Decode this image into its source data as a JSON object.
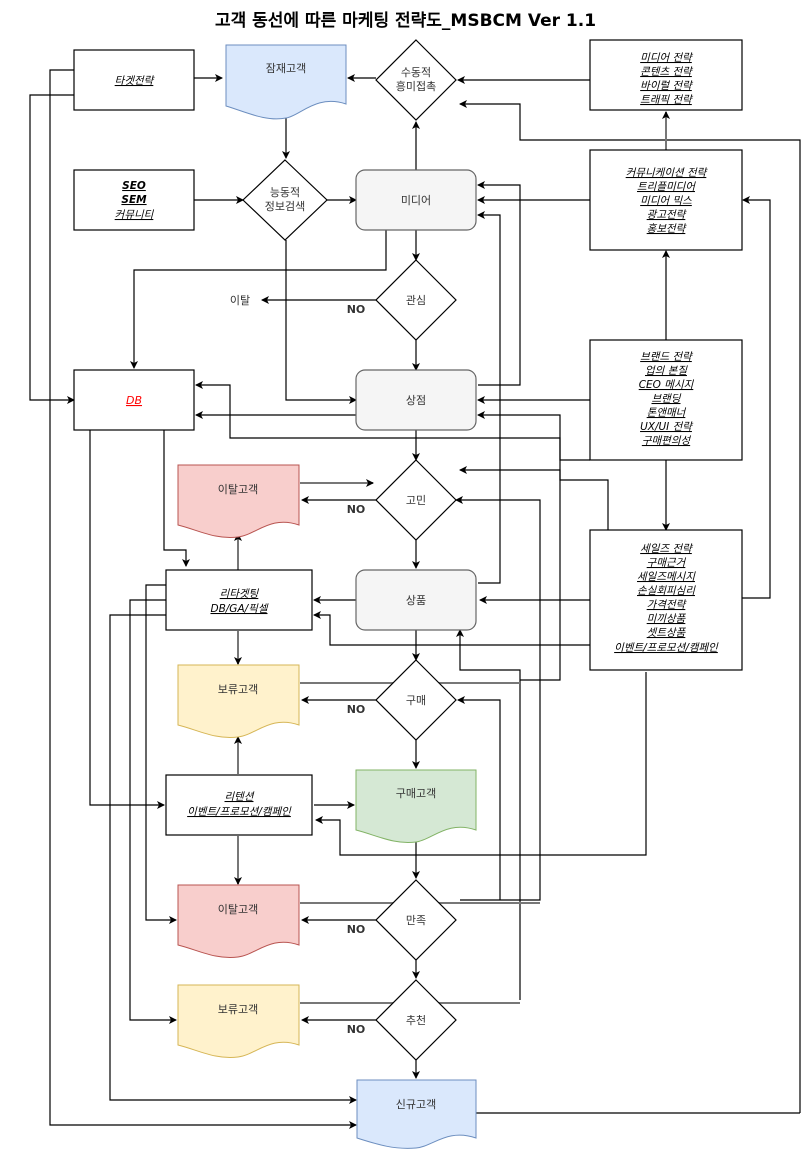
{
  "title": "고객 동선에 따른 마케팅 전략도_MSBCM Ver 1.1",
  "colors": {
    "blue_doc_fill": "#dae8fc",
    "blue_doc_stroke": "#6c8ebf",
    "red_doc_fill": "#f8cecc",
    "red_doc_stroke": "#b85450",
    "yellow_doc_fill": "#fff2cc",
    "yellow_doc_stroke": "#d6b656",
    "green_doc_fill": "#d5e8d4",
    "green_doc_stroke": "#82b366",
    "process_fill": "#f5f5f5",
    "db_text": "#ff0000"
  },
  "nodes": {
    "target_strategy": "타겟전략",
    "potential_customer": "잠재고객",
    "passive_contact": [
      "수동적",
      "흥미접촉"
    ],
    "media_strategy_box": [
      "미디어 전략",
      "콘텐츠 전략",
      "바이럴 전략",
      "트래픽 전략"
    ],
    "seo_box": [
      "SEO",
      "SEM",
      "커뮤니티"
    ],
    "active_search": [
      "능동적",
      "정보검색"
    ],
    "media": "미디어",
    "communication_box": [
      "커뮤니케이션 전략",
      "트리플미디어",
      "미디어 믹스",
      "광고전략",
      "홍보전략"
    ],
    "interest": "관심",
    "exit_label": "이탈",
    "db": "DB",
    "store": "상점",
    "brand_box": [
      "브랜드 전략",
      "업의 본질",
      "CEO 메시지",
      "브랜딩",
      "톤앤매너",
      "UX/UI 전략",
      "구매편의성"
    ],
    "churn_customer_1": "이탈고객",
    "consider": "고민",
    "retargeting_box": [
      "리타겟팅",
      "DB/GA/픽셀"
    ],
    "product": "상품",
    "sales_box": [
      "세일즈 전략",
      "구매근거",
      "세일즈메시지",
      "손실회피심리",
      "가격전략",
      "미끼상품",
      "셋트상품",
      "이벤트/프로모션/캠페인"
    ],
    "pending_customer_1": "보류고객",
    "purchase": "구매",
    "retention_box": [
      "리텐션",
      "이벤트/프로모션/캠페인"
    ],
    "buyer_customer": "구매고객",
    "churn_customer_2": "이탈고객",
    "satisfaction": "만족",
    "pending_customer_2": "보류고객",
    "recommend": "추천",
    "new_customer": "신규고객"
  },
  "no_label": "NO"
}
